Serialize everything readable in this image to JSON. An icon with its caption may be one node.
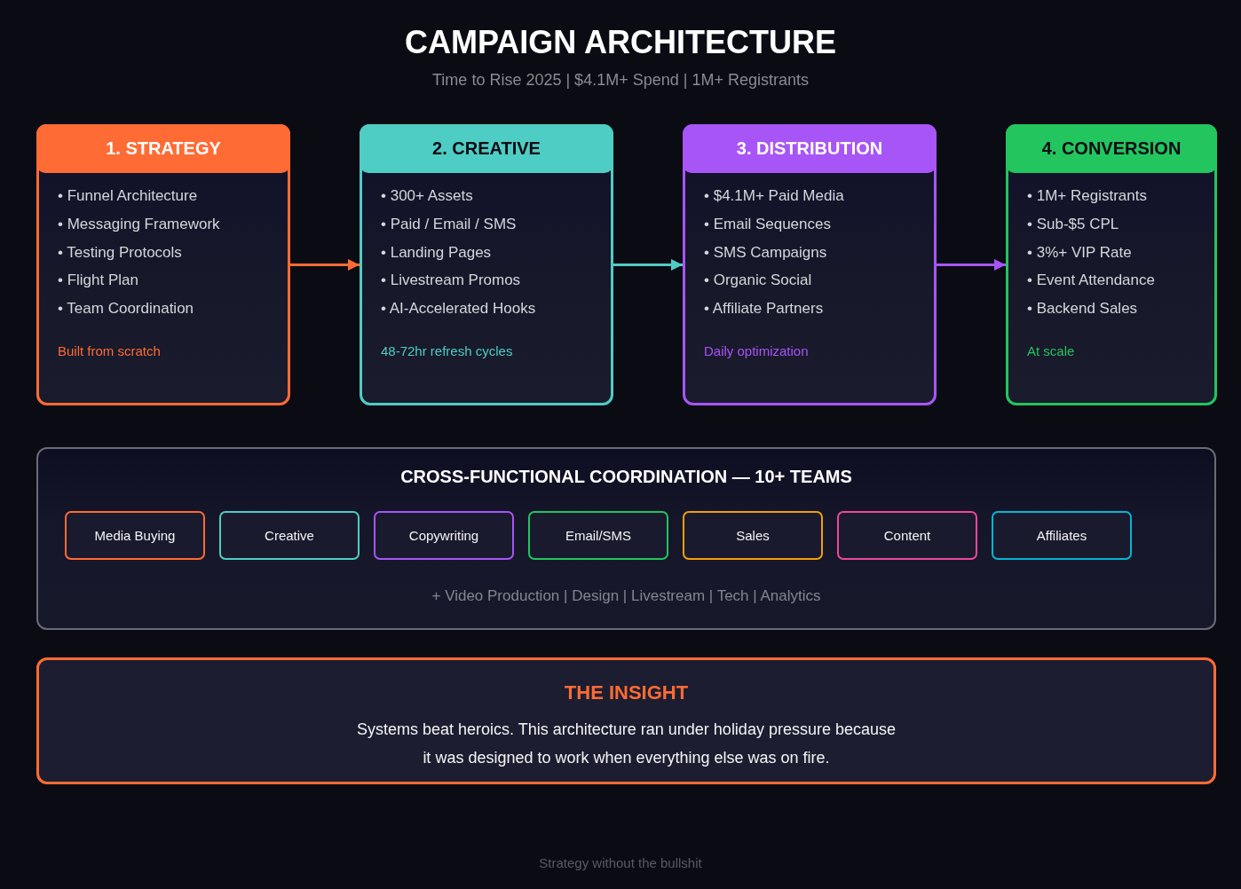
{
  "diagram": {
    "title": "CAMPAIGN ARCHITECTURE",
    "nodes": [
      {
        "text": [
          "1. STRATEGY",
          "• Funnel Architecture",
          "• Messaging Framework",
          "• Testing Protocols",
          "• Flight Plan",
          "• Team Coordination",
          "Built from scratch"
        ]
      },
      {
        "text": [
          "2. CREATIVE",
          "• 300+ Assets",
          "• Paid / Email / SMS",
          "• Landing Pages",
          "• Livestream Promos",
          "• AI-Accelerated Hooks",
          "48-72hr refresh cycles"
        ]
      },
      {
        "text": [
          "3. DISTRIBUTION",
          "• $4.1M+ Paid Media",
          "• Email Sequences",
          "• SMS Campaigns",
          "• Organic Social",
          "• Affiliate Partners",
          "Daily optimization"
        ]
      },
      {
        "text": [
          "4. CONVERSION",
          "• 1M+ Registrants",
          "• Sub-$5 CPL",
          "• 3%+ VIP Rate",
          "• Event Attendance",
          "• Backend Sales",
          "At scale"
        ]
      },
      {
        "text": [
          "CROSS-FUNCTIONAL COORDINATION — 10+ TEAMS",
          "+ Video Production | Design | Livestream | Tech | Analytics"
        ]
      },
      {
        "text": [
          "Media Buying"
        ],
        "in": 4
      },
      {
        "text": [
          "Creative"
        ],
        "in": 4
      },
      {
        "text": [
          "Copywriting"
        ],
        "in": 4
      },
      {
        "text": [
          "Email/SMS"
        ],
        "in": 4
      },
      {
        "text": [
          "Sales"
        ],
        "in": 4
      },
      {
        "text": [
          "Content"
        ],
        "in": 4
      },
      {
        "text": [
          "Affiliates"
        ],
        "in": 4
      },
      {
        "text": [
          "THE INSIGHT",
          "Systems beat heroics. This architecture ran under holiday pressure because it was designed to work when everything else was on fire."
        ]
      }
    ],
    "edges": [
      {
        "from": 0,
        "to": 1,
        "arrow": "to",
        "color": "#ff6b35"
      },
      {
        "from": 1,
        "to": 2,
        "arrow": "to",
        "color": "#4ecdc4"
      },
      {
        "from": 2,
        "to": 3,
        "arrow": "to",
        "color": "#a855f7"
      }
    ],
    "labels": [
      "Time to Rise 2025 | $4.1M+ Spend | 1M+ Registrants",
      "Strategy without the bullshit"
    ]
  }
}
